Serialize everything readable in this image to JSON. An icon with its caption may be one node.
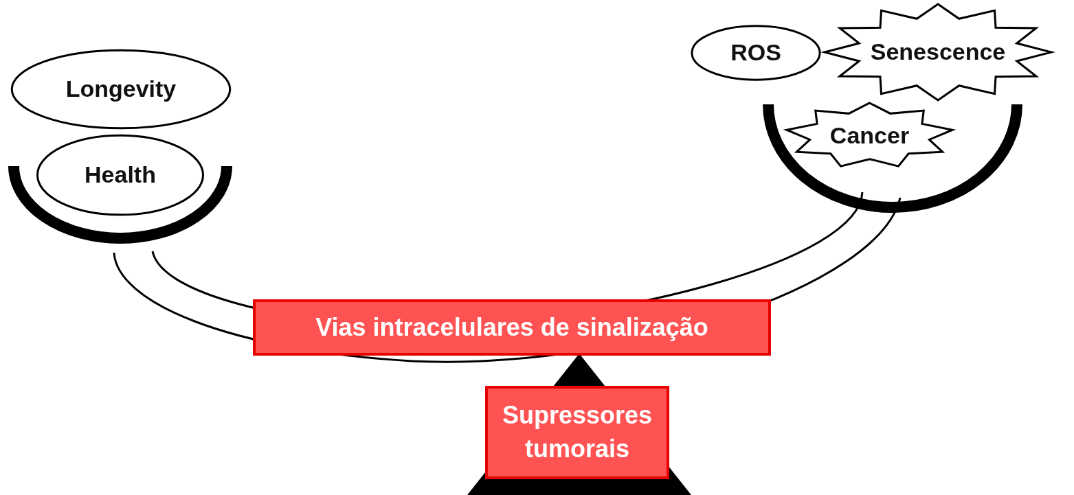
{
  "diagram": {
    "nodes": [
      {
        "text": [
          "Longevity"
        ]
      },
      {
        "text": [
          "Health"
        ]
      },
      {
        "text": [
          "ROS"
        ]
      },
      {
        "text": [
          "Senescence"
        ]
      },
      {
        "text": [
          "Cancer"
        ]
      },
      {
        "text": [
          "Vias intracelulares de sinalização"
        ]
      },
      {
        "text": [
          "Supressores tumorais"
        ]
      }
    ]
  }
}
